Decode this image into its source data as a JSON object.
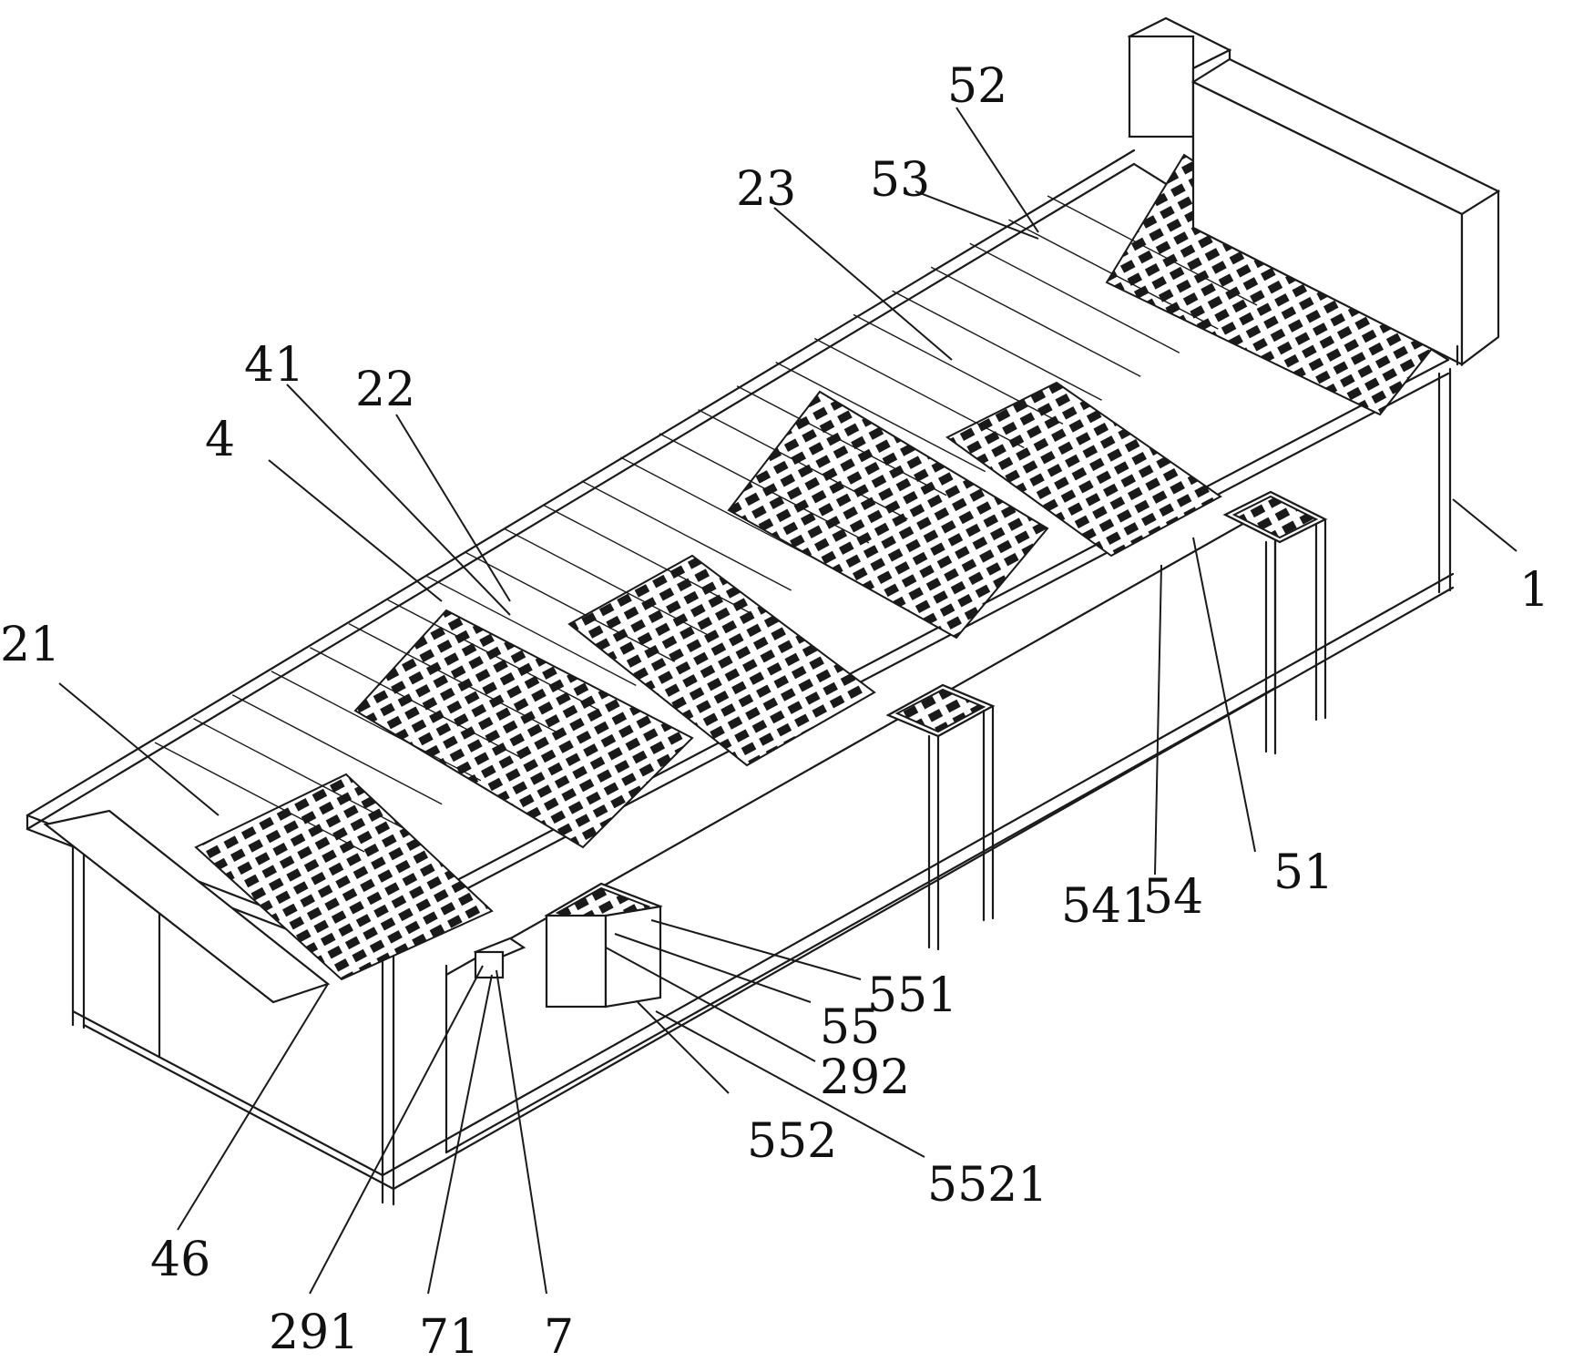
{
  "colors": {
    "ink": "#1a1a1a",
    "paper": "#ffffff"
  },
  "labels": {
    "l1": "1",
    "l4": "4",
    "l7": "7",
    "l21": "21",
    "l22": "22",
    "l23": "23",
    "l41": "41",
    "l46": "46",
    "l51": "51",
    "l52": "52",
    "l53": "53",
    "l54": "54",
    "l55": "55",
    "l71": "71",
    "l291": "291",
    "l292": "292",
    "l541": "541",
    "l551": "551",
    "l552": "552",
    "l5521": "5521"
  }
}
